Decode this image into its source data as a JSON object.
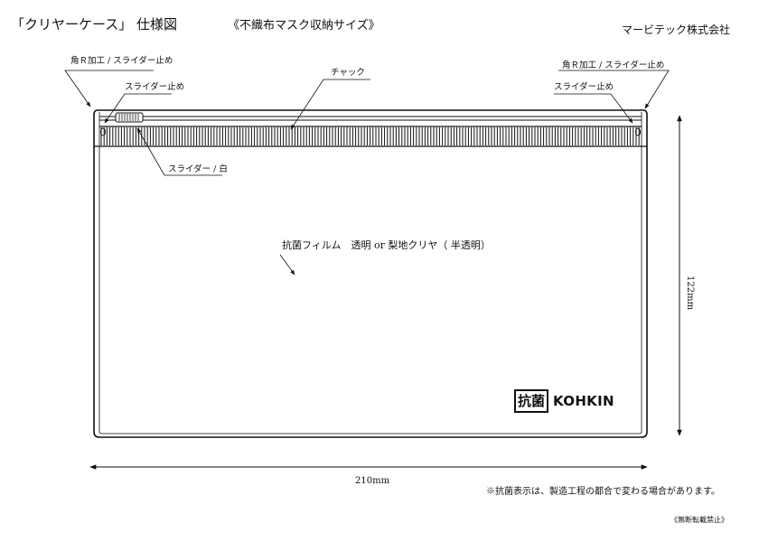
{
  "header": {
    "title": "「クリヤーケース」 仕様図",
    "subtitle": "《不織布マスク収納サイズ》",
    "company": "マービテック株式会社"
  },
  "labels": {
    "corner_left": "角Ｒ加工 / スライダー止め",
    "slider_stop_left": "スライダー止め",
    "zipper": "チャック",
    "corner_right": "角Ｒ加工 / スライダー止め",
    "slider_stop_right": "スライダー止め",
    "slider_white": "スライダー / 白",
    "film": "抗菌フィルム　透明 or 梨地クリヤ（ 半透明）"
  },
  "logo": {
    "kanji": "抗菌",
    "word": "KOHKIN"
  },
  "dimensions": {
    "width": "210mm",
    "height": "122mm"
  },
  "notes": {
    "main": "※抗菌表示は、製造工程の都合で変わる場合があります。",
    "footer": "《無断転載禁止》"
  }
}
